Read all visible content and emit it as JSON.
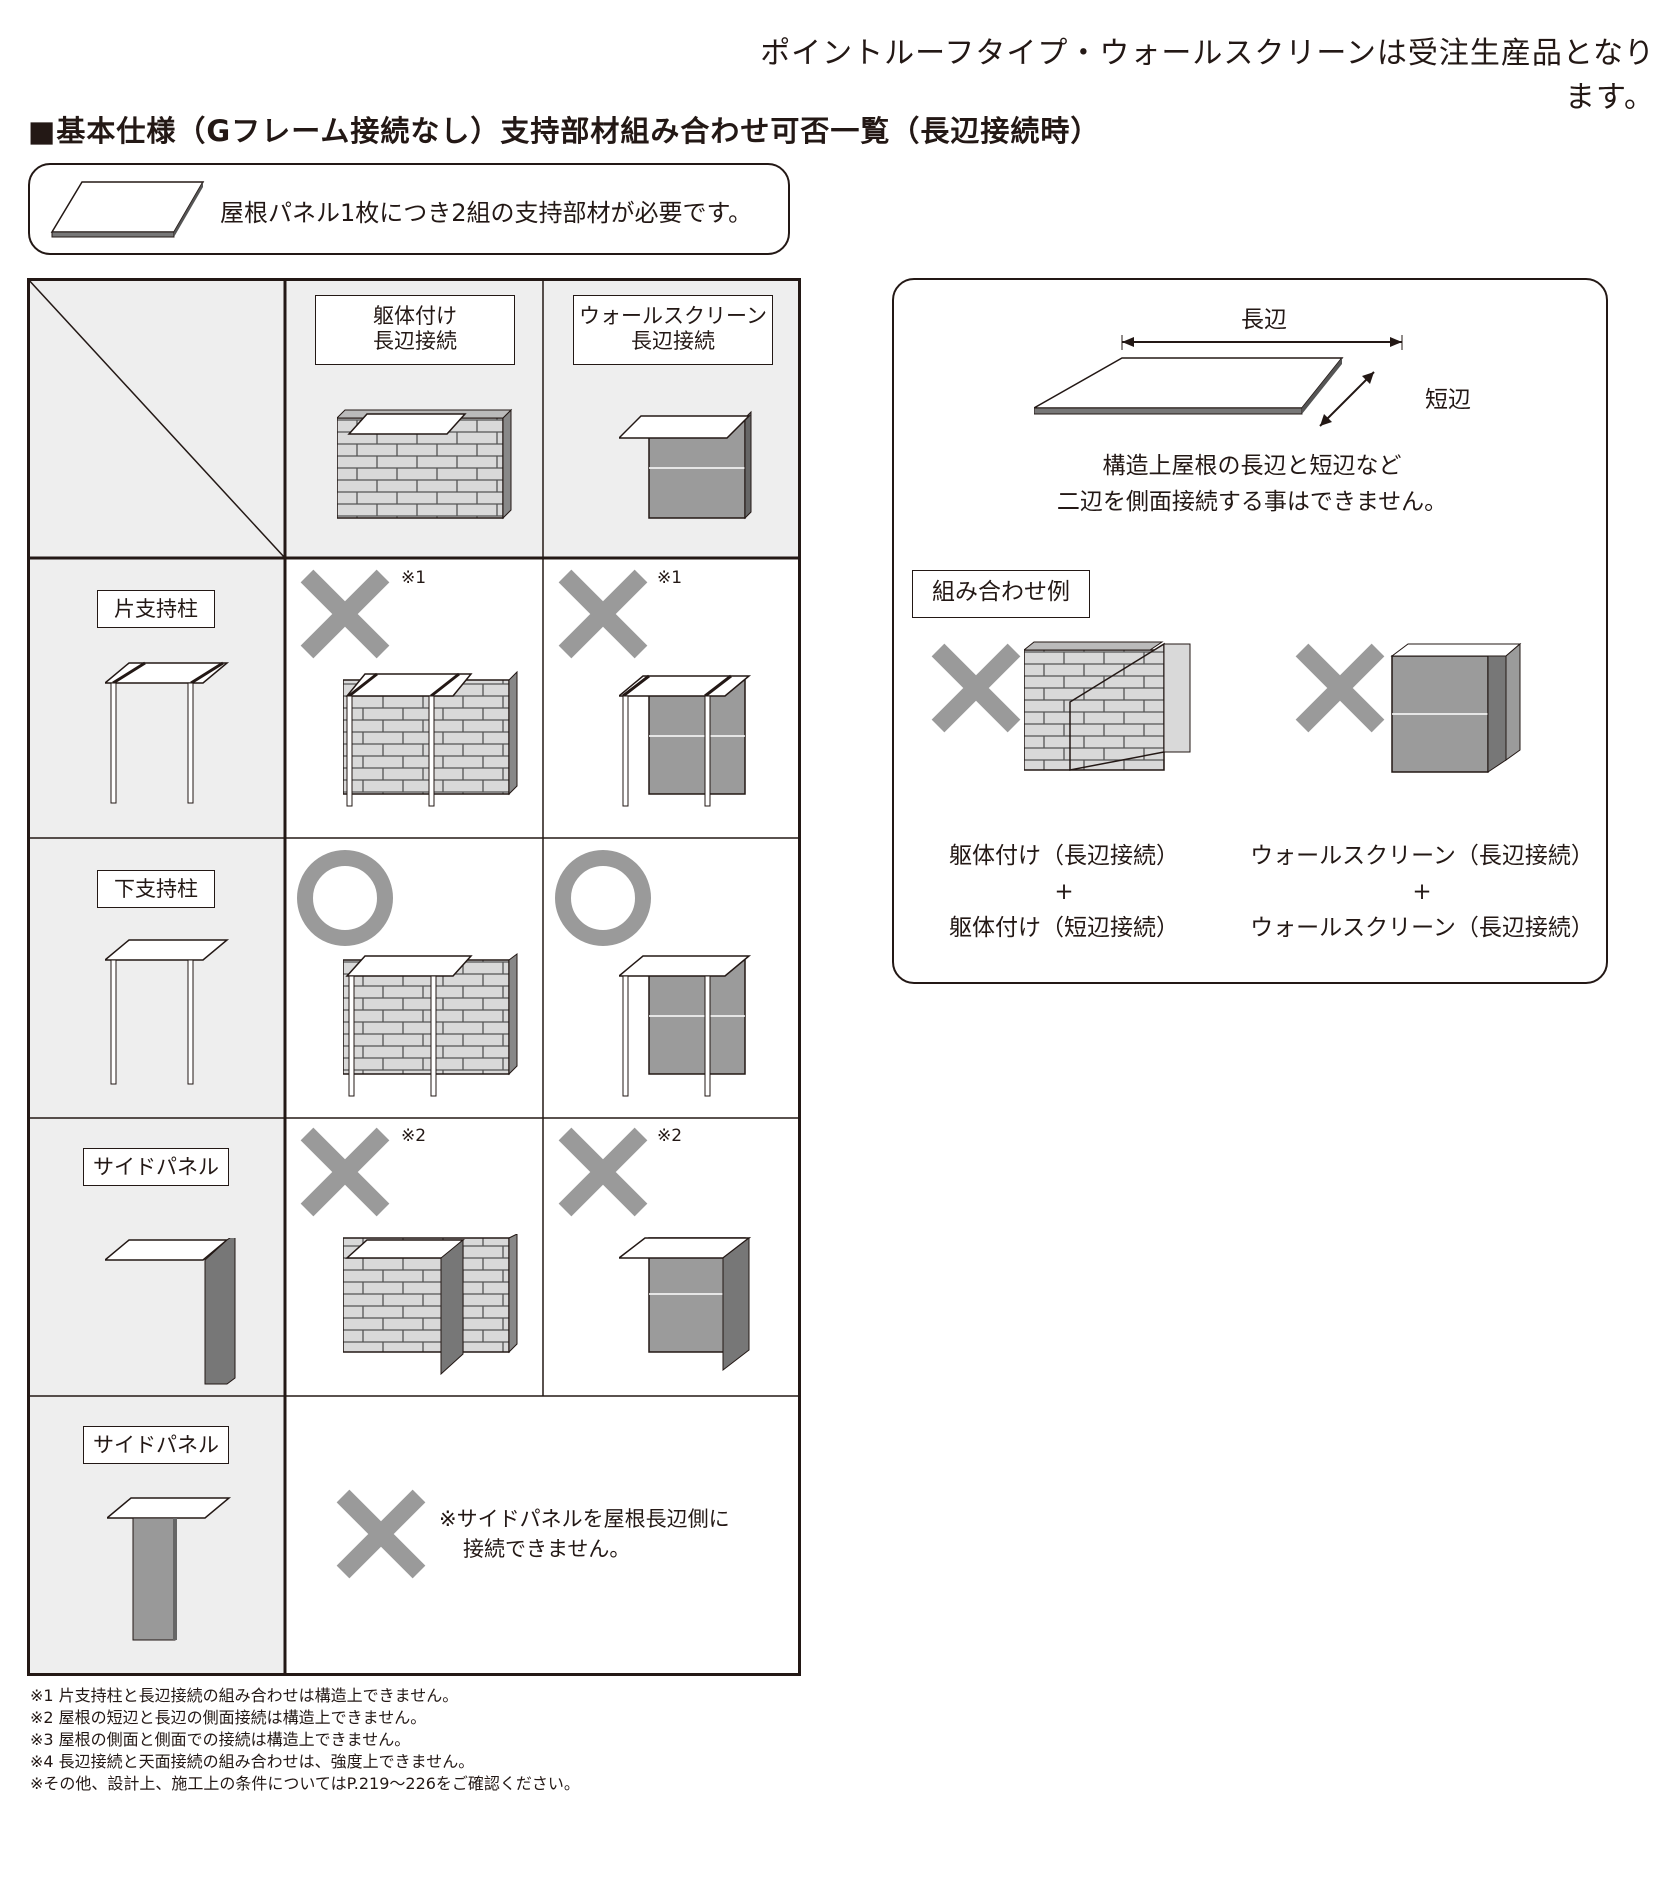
{
  "notice": "ポイントルーフタイプ・ウォールスクリーンは受注生産品となります。",
  "heading": "■基本仕様（Gフレーム接続なし）支持部材組み合わせ可否一覧（長辺接続時）",
  "callout": "屋根パネル1枚につき2組の支持部材が必要です。",
  "columns": [
    {
      "line1": "躯体付け",
      "line2": "長辺接続"
    },
    {
      "line1": "ウォールスクリーン",
      "line2": "長辺接続"
    }
  ],
  "rows": [
    {
      "label": "片支持柱",
      "marks": [
        {
          "result": "×",
          "note": "※1"
        },
        {
          "result": "×",
          "note": "※1"
        }
      ]
    },
    {
      "label": "下支持柱",
      "marks": [
        {
          "result": "○",
          "note": ""
        },
        {
          "result": "○",
          "note": ""
        }
      ]
    },
    {
      "label": "サイドパネル",
      "marks": [
        {
          "result": "×",
          "note": "※2"
        },
        {
          "result": "×",
          "note": "※2"
        }
      ]
    },
    {
      "label": "サイドパネル",
      "merged_note_line1": "※サイドパネルを屋根長辺側に",
      "merged_note_line2": "接続できません。",
      "result": "×"
    }
  ],
  "footnotes": [
    "※1 片支持柱と長辺接続の組み合わせは構造上できません。",
    "※2 屋根の短辺と長辺の側面接続は構造上できません。",
    "※3 屋根の側面と側面での接続は構造上できません。",
    "※4 長辺接続と天面接続の組み合わせは、強度上できません。",
    "※その他、設計上、施工上の条件についてはP.219～226をご確認ください。"
  ],
  "right_panel": {
    "long_side": "長辺",
    "short_side": "短辺",
    "desc_line1": "構造上屋根の長辺と短辺など",
    "desc_line2": "二辺を側面接続する事はできません。",
    "example_title": "組み合わせ例",
    "examples": [
      {
        "line1": "躯体付け（長辺接続）",
        "plus": "+",
        "line2": "躯体付け（短辺接続）"
      },
      {
        "line1": "ウォールスクリーン（長辺接続）",
        "plus": "+",
        "line2": "ウォールスクリーン（長辺接続）"
      }
    ]
  },
  "colors": {
    "mark": "#9a9a9a",
    "brick": "#d9d9d9",
    "screen": "#9b9b9b",
    "header_bg": "#eeeeee"
  }
}
